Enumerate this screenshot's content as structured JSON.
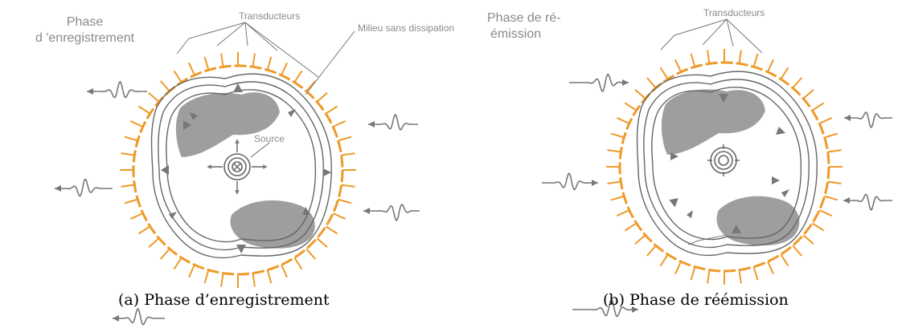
{
  "colors": {
    "transducer": "#ee9a28",
    "wave": "#777777",
    "blob": "#9c9c9c",
    "label": "#8a8a8a",
    "caption": "#000000"
  },
  "icons": [
    "source-icon",
    "wave-arrow-icon",
    "transducer-ring-icon"
  ],
  "panel_a": {
    "phase_line1": "Phase",
    "phase_line2": "d 'enregistrement",
    "transducers_label": "Transducteurs",
    "medium_label": "Milieu sans dissipation",
    "source_label": "Source",
    "caption": "(a) Phase d’enregistrement"
  },
  "panel_b": {
    "phase_line1": "Phase de ré-",
    "phase_line2": "émission",
    "transducers_label": "Transducteurs",
    "caption": "(b) Phase de réémission"
  }
}
